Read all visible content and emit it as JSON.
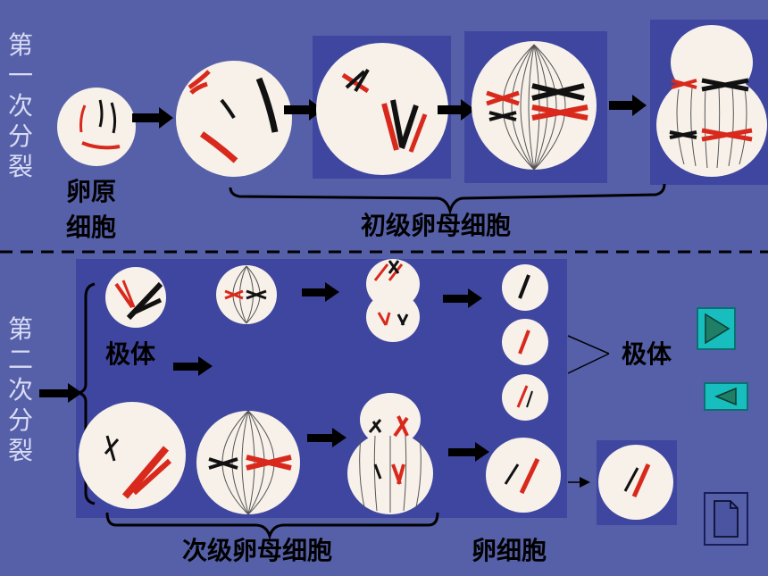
{
  "stage1": {
    "title_chars": [
      "第",
      "一",
      "次",
      "分",
      "裂"
    ],
    "oogonium_label_line1": "卵原",
    "oogonium_label_line2": "细胞",
    "primary_oocyte_label": "初级卵母细胞"
  },
  "stage2": {
    "title_chars": [
      "第",
      "二",
      "次",
      "分",
      "裂"
    ],
    "polar_body_label_left": "极体",
    "polar_body_label_right": "极体",
    "secondary_oocyte_label": "次级卵母细胞",
    "egg_cell_label": "卵细胞"
  },
  "colors": {
    "background": "#5560a8",
    "cell_fill": "#f7f1ea",
    "chromosome_red": "#d8291c",
    "chromosome_black": "#111111",
    "nav_button": "#18bdbd"
  },
  "nav": {
    "next_icon": "play-triangle-icon",
    "prev_icon": "back-triangle-icon",
    "document_icon": "document-icon"
  }
}
